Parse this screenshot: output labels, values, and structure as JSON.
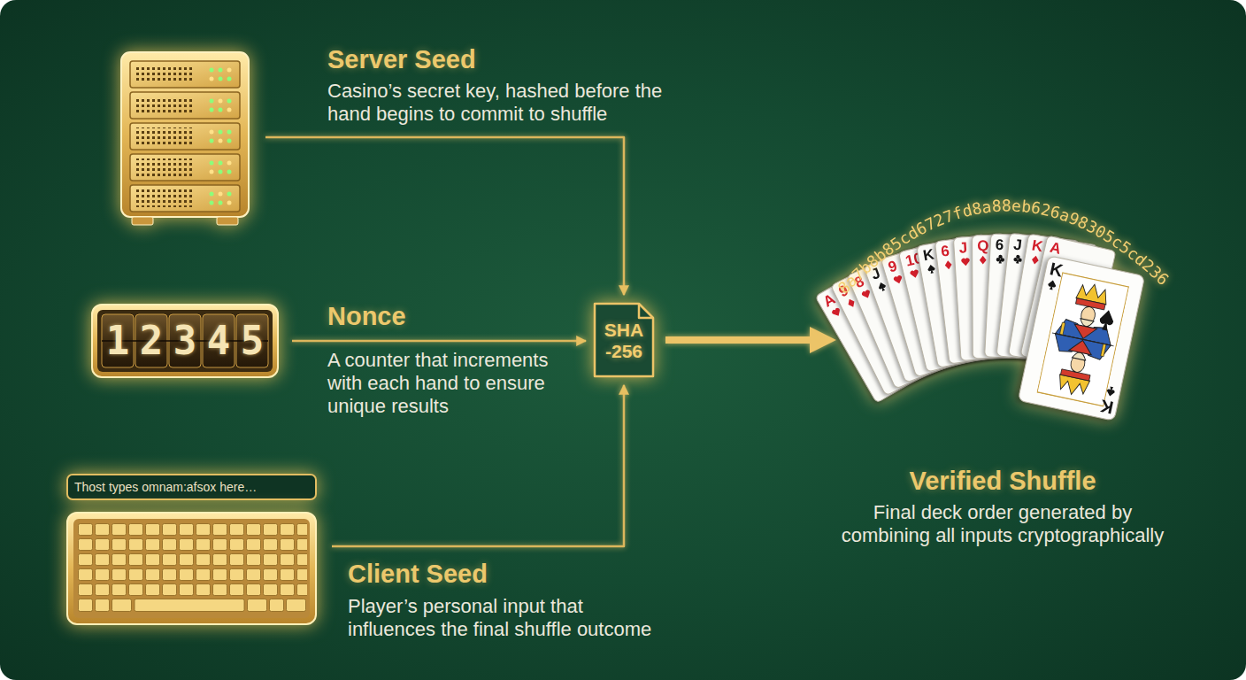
{
  "diagram": {
    "nodes": [
      {
        "text": [
          "Server Seed",
          "Casino’s secret key, hashed before the hand begins to commit to shuffle"
        ]
      },
      {
        "text": [
          "12345",
          "Nonce",
          "A counter that increments with each hand to ensure unique results"
        ]
      },
      {
        "text": [
          "Thost types omnam:afsox here…"
        ]
      },
      {
        "text": [
          "Client Seed",
          "Player’s personal input that influences the final shuffle outcome"
        ]
      },
      {
        "text": [
          "SHA -256"
        ]
      },
      {
        "text": [
          "Verified Shuffle",
          "Final deck order generated by combining all inputs cryptographically"
        ]
      }
    ],
    "edges": [
      {
        "from": 0,
        "to": 4,
        "arrow": "to"
      },
      {
        "from": 1,
        "to": 4,
        "arrow": "to"
      },
      {
        "from": 3,
        "to": 4,
        "arrow": "to"
      },
      {
        "from": 4,
        "to": 5,
        "arrow": "to"
      }
    ],
    "labels": [
      "8a7b8b85cd6727fd8a88eb626a98305c5cd236",
      "A",
      "9",
      "8",
      "J",
      "9",
      "10",
      "K",
      "6",
      "J",
      "Q",
      "6",
      "J",
      "K",
      "A",
      "K",
      "K"
    ]
  }
}
